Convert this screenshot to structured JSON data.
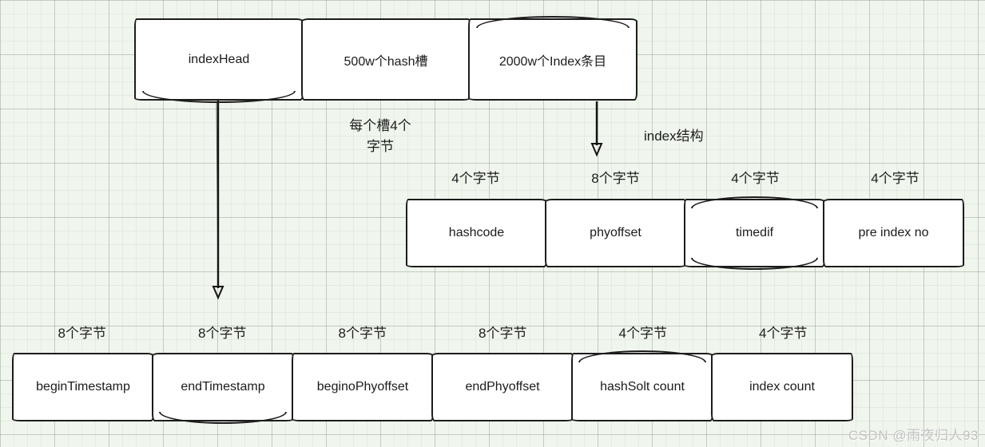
{
  "top_row": {
    "cells": [
      {
        "label": "indexHead"
      },
      {
        "label": "500w个hash槽"
      },
      {
        "label": "2000w个Index条目"
      }
    ]
  },
  "annotations": {
    "slot_note_line1": "每个槽4个",
    "slot_note_line2": "字节",
    "index_note": "index结构"
  },
  "index_row": {
    "cells": [
      {
        "size": "4个字节",
        "label": "hashcode"
      },
      {
        "size": "8个字节",
        "label": "phyoffset"
      },
      {
        "size": "4个字节",
        "label": "timedif"
      },
      {
        "size": "4个字节",
        "label": "pre index no"
      }
    ]
  },
  "head_row": {
    "cells": [
      {
        "size": "8个字节",
        "label": "beginTimestamp"
      },
      {
        "size": "8个字节",
        "label": "endTimestamp"
      },
      {
        "size": "8个字节",
        "label": "beginoPhyoffset"
      },
      {
        "size": "8个字节",
        "label": "endPhyoffset"
      },
      {
        "size": "4个字节",
        "label": "hashSolt count"
      },
      {
        "size": "4个字节",
        "label": "index count"
      }
    ]
  },
  "watermark": "CSDN @雨夜归人93",
  "colors": {
    "background": "#f0f6ed",
    "grid_major": "#96a594",
    "box_fill": "#ffffff",
    "box_border": "#1c1c1c",
    "text": "#1b1b1b",
    "watermark": "#c3c3c3"
  }
}
